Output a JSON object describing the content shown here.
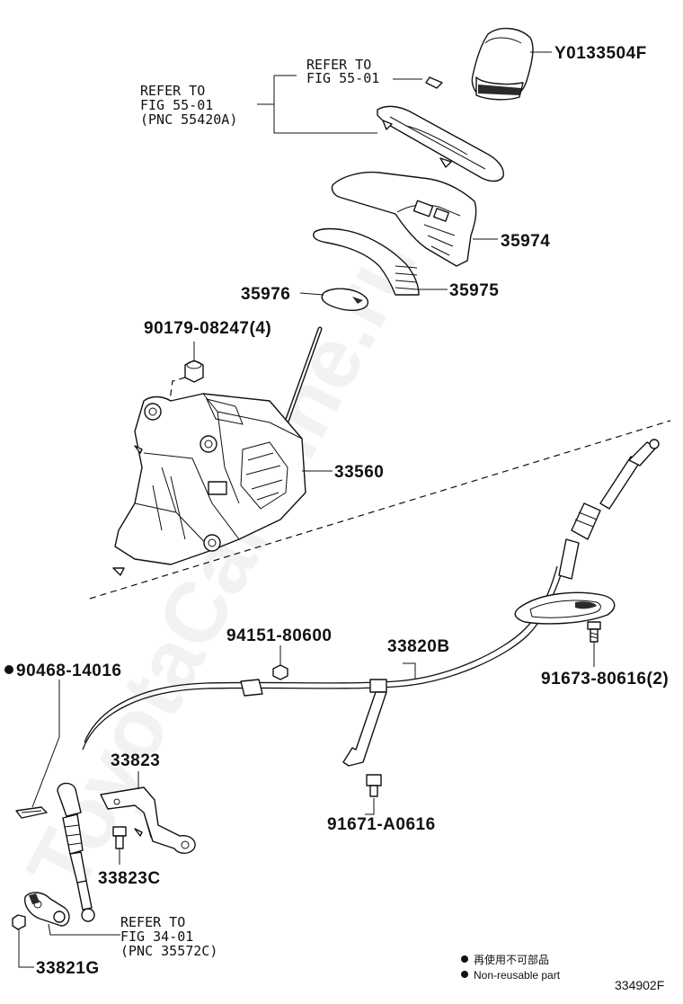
{
  "labels": {
    "knob": "Y0133504F",
    "refer_a": [
      "REFER TO",
      "FIG 55-01"
    ],
    "refer_b": [
      "REFER TO",
      "FIG 55-01",
      "(PNC 55420A)"
    ],
    "p35974": "35974",
    "p35975": "35975",
    "p35976": "35976",
    "bolt_90179": "90179-08247(4)",
    "p33560": "33560",
    "p94151": "94151-80600",
    "p33820b": "33820B",
    "p90468": "90468-14016",
    "p91673": "91673-80616(2)",
    "p33823": "33823",
    "p33823c": "33823C",
    "p91671": "91671-A0616",
    "refer_c": [
      "REFER TO",
      "FIG 34-01",
      "(PNC 35572C)"
    ],
    "p33821g": "33821G"
  },
  "legend": {
    "jp": "再使用不可部品",
    "en": "Non-reusable part"
  },
  "diagram_code": "334902F",
  "watermark": "ToyotaCarMine.ru"
}
